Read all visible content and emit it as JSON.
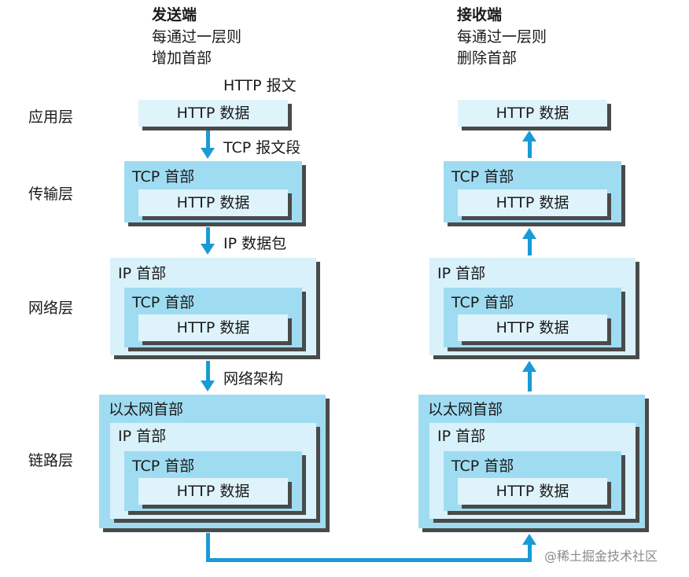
{
  "sender": {
    "title": "发送端",
    "line1": "每通过一层则",
    "line2": "增加首部"
  },
  "receiver": {
    "title": "接收端",
    "line1": "每通过一层则",
    "line2": "删除首部"
  },
  "layers": {
    "application": "应用层",
    "transport": "传输层",
    "network": "网络层",
    "link": "链路层"
  },
  "units": {
    "http_message": "HTTP 报文",
    "tcp_segment": "TCP 报文段",
    "ip_packet": "IP 数据包",
    "network_frame": "网络架构"
  },
  "labels": {
    "http_data": "HTTP 数据",
    "tcp_header": "TCP 首部",
    "ip_header": "IP 首部",
    "eth_header": "以太网首部"
  },
  "watermark": "@稀土掘金技术社区"
}
